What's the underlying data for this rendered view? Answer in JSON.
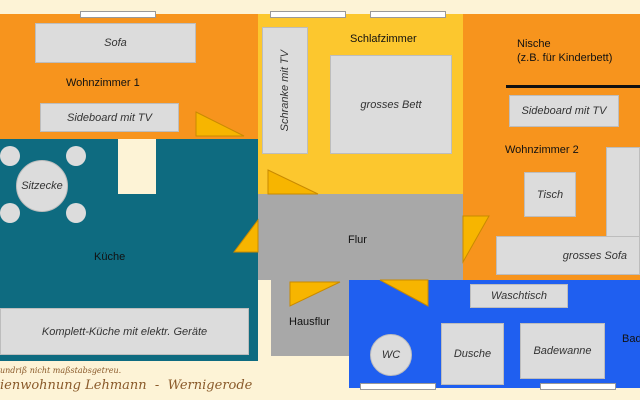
{
  "rooms": {
    "wohnzimmer1": "Wohnzimmer 1",
    "schlafzimmer": "Schlafzimmer",
    "nische": "Nische",
    "nische_note": "(z.B. für Kinderbett)",
    "wohnzimmer2": "Wohnzimmer 2",
    "kueche": "Küche",
    "flur": "Flur",
    "hausflur": "Hausflur",
    "bad": "Bad"
  },
  "furniture": {
    "sofa": "Sofa",
    "sideboard1": "Sideboard mit TV",
    "schrank": "Schranke mit TV",
    "bett": "grosses Bett",
    "sideboard2": "Sideboard mit TV",
    "tisch": "Tisch",
    "grosses_sofa": "grosses Sofa",
    "sitzecke": "Sitzecke",
    "kuechenzeile": "Komplett-Küche mit elektr. Geräte",
    "waschtisch": "Waschtisch",
    "wc": "WC",
    "dusche": "Dusche",
    "badewanne": "Badewanne"
  },
  "footer": {
    "note": "undriß nicht maßstabsgetreu.",
    "title": "ienwohnung Lehmann  -  Wernigerode"
  },
  "colors": {
    "orange": "#f7941d",
    "yellow": "#fcc72e",
    "teal": "#0e6b80",
    "blue": "#1f5ff0",
    "grey": "#a8a8a8",
    "furniture": "#dcdcdc",
    "door": "#f7b500"
  }
}
